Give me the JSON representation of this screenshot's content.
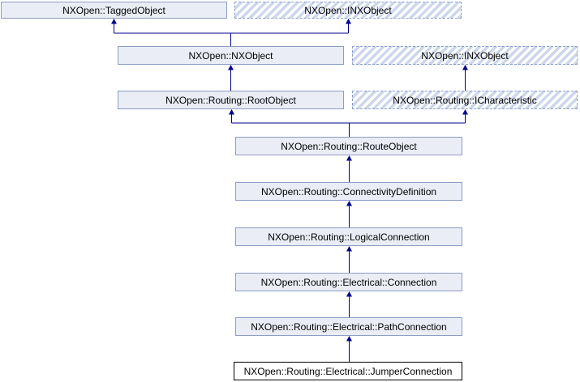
{
  "diagram": {
    "type": "class-inheritance-diagram",
    "nodes": [
      {
        "label": "NXOpen::TaggedObject",
        "style": "documented"
      },
      {
        "label": "NXOpen::INXObject",
        "style": "undocumented-hatched"
      },
      {
        "label": "NXOpen::NXObject",
        "style": "documented"
      },
      {
        "label": "NXOpen::INXObject",
        "style": "undocumented-hatched"
      },
      {
        "label": "NXOpen::Routing::RootObject",
        "style": "documented"
      },
      {
        "label": "NXOpen::Routing::ICharacteristic",
        "style": "undocumented-hatched"
      },
      {
        "label": "NXOpen::Routing::RouteObject",
        "style": "documented"
      },
      {
        "label": "NXOpen::Routing::ConnectivityDefinition",
        "style": "documented"
      },
      {
        "label": "NXOpen::Routing::LogicalConnection",
        "style": "documented"
      },
      {
        "label": "NXOpen::Routing::Electrical::Connection",
        "style": "documented"
      },
      {
        "label": "NXOpen::Routing::Electrical::PathConnection",
        "style": "documented"
      },
      {
        "label": "NXOpen::Routing::Electrical::JumperConnection",
        "style": "current-class"
      }
    ],
    "edges": [
      {
        "child": "NXOpen::NXObject",
        "parent": "NXOpen::TaggedObject"
      },
      {
        "child": "NXOpen::NXObject",
        "parent": "NXOpen::INXObject"
      },
      {
        "child": "NXOpen::Routing::RootObject",
        "parent": "NXOpen::NXObject"
      },
      {
        "child": "NXOpen::Routing::ICharacteristic",
        "parent": "NXOpen::INXObject"
      },
      {
        "child": "NXOpen::Routing::RouteObject",
        "parent": "NXOpen::Routing::RootObject"
      },
      {
        "child": "NXOpen::Routing::RouteObject",
        "parent": "NXOpen::Routing::ICharacteristic"
      },
      {
        "child": "NXOpen::Routing::ConnectivityDefinition",
        "parent": "NXOpen::Routing::RouteObject"
      },
      {
        "child": "NXOpen::Routing::LogicalConnection",
        "parent": "NXOpen::Routing::ConnectivityDefinition"
      },
      {
        "child": "NXOpen::Routing::Electrical::Connection",
        "parent": "NXOpen::Routing::LogicalConnection"
      },
      {
        "child": "NXOpen::Routing::Electrical::PathConnection",
        "parent": "NXOpen::Routing::Electrical::Connection"
      },
      {
        "child": "NXOpen::Routing::Electrical::JumperConnection",
        "parent": "NXOpen::Routing::Electrical::PathConnection"
      }
    ]
  },
  "colors": {
    "background": "#ffffff",
    "text": "#000000",
    "node_fill": "#eaedf5",
    "node_border": "#8d9cc6",
    "hatch_stripe": "#ccd7ec",
    "hatch_border": "#8aa0cc",
    "arrow": "#00008b",
    "current_node_border": "#000000",
    "current_node_fill": "#ffffff"
  }
}
